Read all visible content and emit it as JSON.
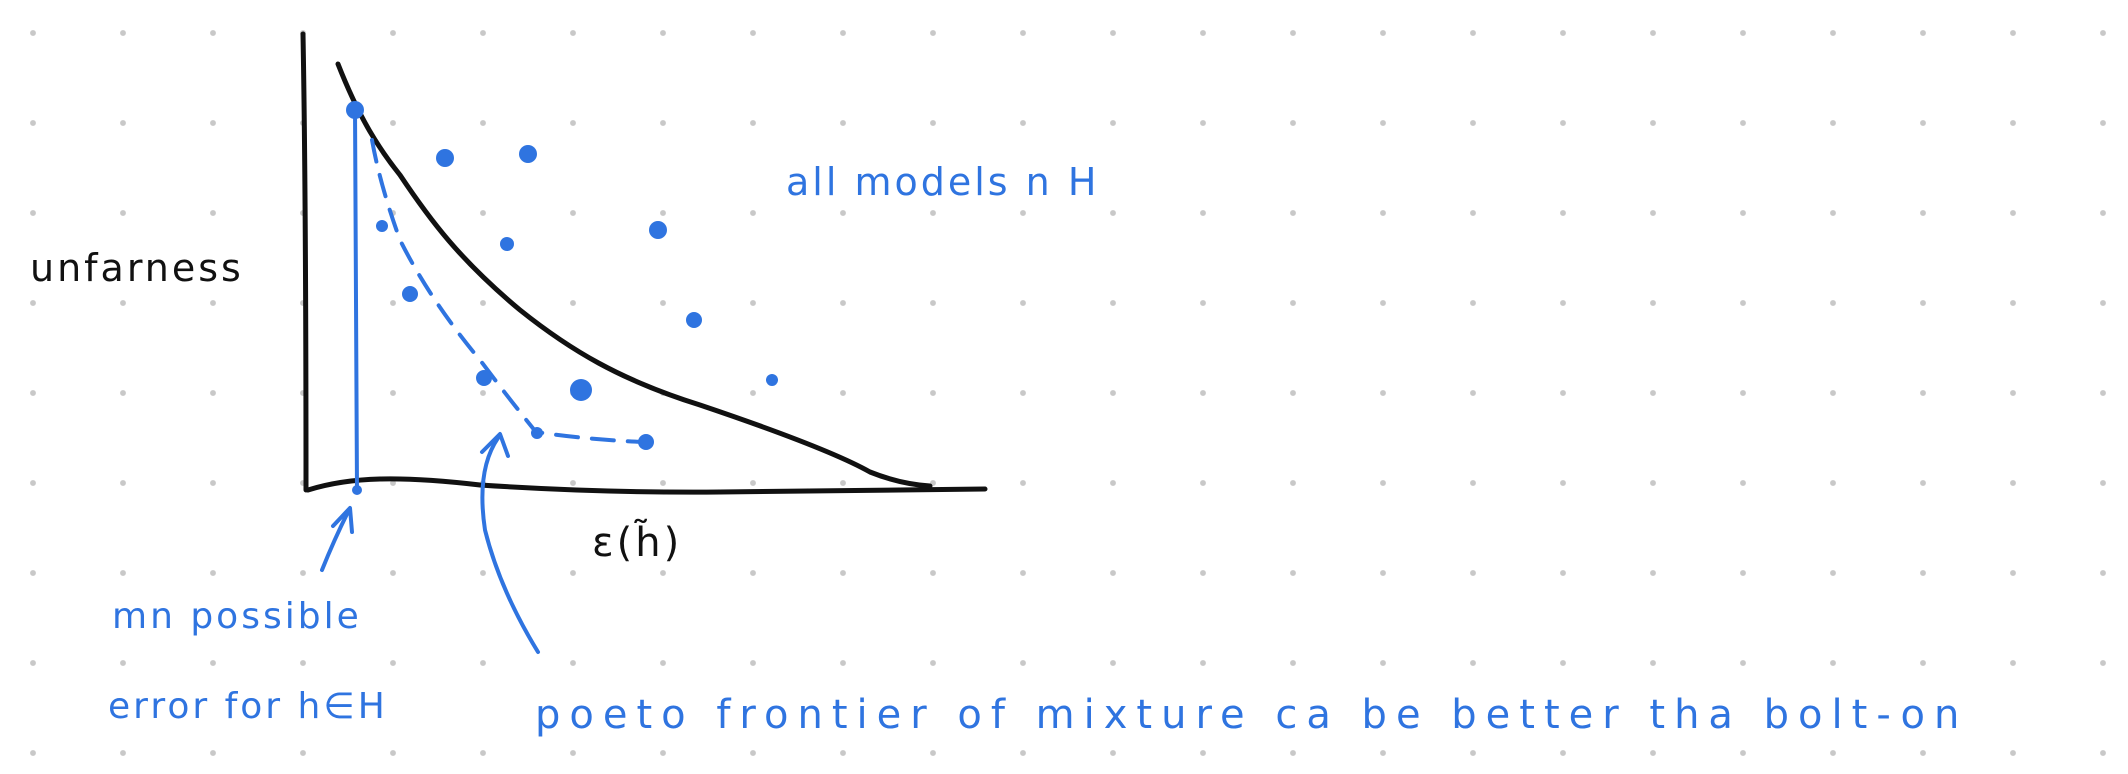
{
  "colors": {
    "ink_black": "#111111",
    "ink_blue": "#2f74e0"
  },
  "labels": {
    "y_axis": "unfarness",
    "x_axis": "ε(h̃)",
    "all_models": "all models n H",
    "min_error_line1": "mn possible",
    "min_error_line2": "error for h∈H",
    "pareto_note": "poeto frontier of mixture ca be better tha bolt-on"
  }
}
